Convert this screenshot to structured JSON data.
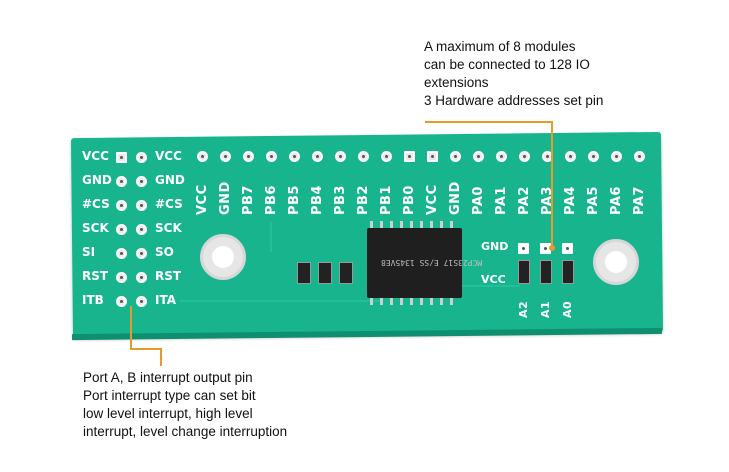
{
  "board": {
    "left_labels": [
      "VCC",
      "GND",
      "#CS",
      "SCK",
      "SI",
      "RST",
      "ITB"
    ],
    "right_labels": [
      "VCC",
      "GND",
      "#CS",
      "SCK",
      "SO",
      "RST",
      "ITA"
    ],
    "bottom_left_labels": [
      "VCC",
      "GND",
      "PB7",
      "PB6",
      "PB5",
      "PB4",
      "PB3",
      "PB2",
      "PB1",
      "PB0"
    ],
    "bottom_right_labels": [
      "VCC",
      "GND",
      "PA0",
      "PA1",
      "PA2",
      "PA3",
      "PA4",
      "PA5",
      "PA6",
      "PA7"
    ],
    "addr_side_labels": [
      "GND",
      "VCC"
    ],
    "addr_labels": [
      "A2",
      "A1",
      "A0"
    ],
    "chip_text": "MCP23S17 E/SS 1345VE8"
  },
  "callouts": {
    "top": [
      "A maximum of 8 modules",
      "can be connected to 128 IO",
      "extensions",
      "3 Hardware addresses set pin"
    ],
    "bottom": [
      "Port A, B interrupt output pin",
      "Port interrupt type can set bit",
      "low level interrupt, high level",
      "interrupt, level change interruption"
    ]
  },
  "colors": {
    "pcb": "#18b48e",
    "leader": "#e69a2b"
  }
}
